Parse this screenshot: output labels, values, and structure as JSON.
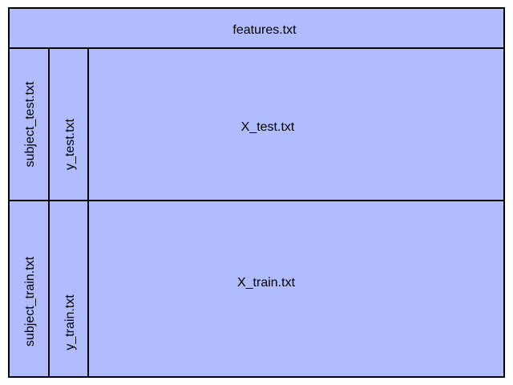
{
  "diagram": {
    "header_label": "features.txt",
    "test": {
      "subject_label": "subject_test.txt",
      "y_label": "y_test.txt",
      "x_label": "X_test.txt"
    },
    "train": {
      "subject_label": "subject_train.txt",
      "y_label": "y_train.txt",
      "x_label": "X_train.txt"
    }
  },
  "colors": {
    "block_fill": "#b0bcfe",
    "border": "#000000",
    "text": "#000000"
  }
}
